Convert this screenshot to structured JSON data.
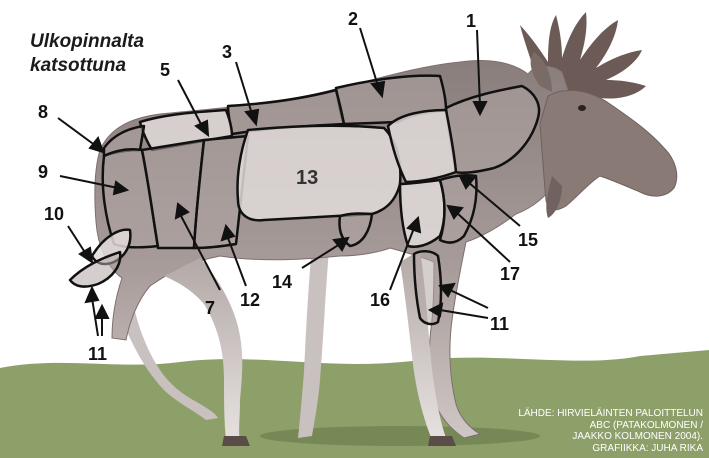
{
  "title": {
    "line1": "Ulkopinnalta",
    "line2": "katsottuna"
  },
  "labels": [
    "1",
    "2",
    "3",
    "5",
    "7",
    "8",
    "9",
    "10",
    "11",
    "11",
    "12",
    "13",
    "14",
    "15",
    "16",
    "17"
  ],
  "credit": {
    "line1": "LÄHDE: HIRVIELÄINTEN PALOITTELUN",
    "line2": "ABC (PATAKOLMONEN /",
    "line3": "JAAKKO KOLMONEN 2004).",
    "line4": "GRAFIIKKA: JUHA RIKA"
  },
  "colors": {
    "ground": "#8ea06a",
    "moose_body": "#9a8e8c",
    "cut_fill": "#ddd6d4",
    "outline": "#111111"
  }
}
